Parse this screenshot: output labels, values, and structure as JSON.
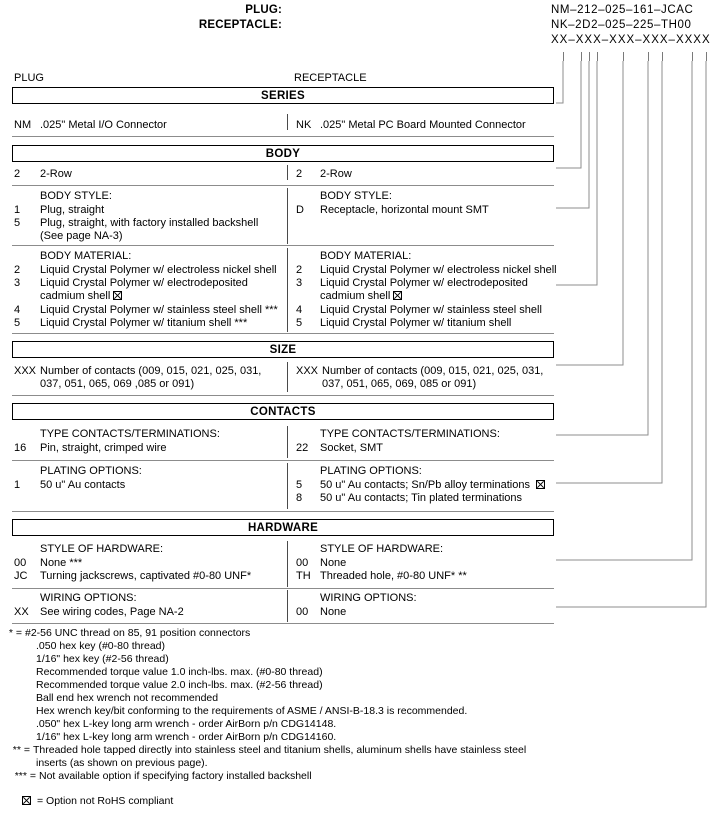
{
  "part_numbers": {
    "plug_label": "PLUG:",
    "plug_value": "NM–212–025–161–JCAC",
    "receptacle_label": "RECEPTACLE:",
    "receptacle_value": "NK–2D2–025–225–TH00",
    "mask": "XX–XXX–XXX–XXX–XXXX"
  },
  "columns": {
    "left": "PLUG",
    "right": "RECEPTACLE"
  },
  "sections": {
    "series": {
      "title": "SERIES",
      "left": {
        "code": "NM",
        "text": ".025\" Metal I/O Connector"
      },
      "right": {
        "code": "NK",
        "text": ".025\" Metal PC Board Mounted Connector"
      }
    },
    "body": {
      "title": "BODY",
      "row_left": {
        "code": "2",
        "text": "2-Row"
      },
      "row_right": {
        "code": "2",
        "text": "2-Row"
      },
      "style_heading": "BODY STYLE:",
      "style_left": [
        {
          "code": "1",
          "text": "Plug, straight"
        },
        {
          "code": "5",
          "text": "Plug, straight, with factory installed backshell"
        },
        {
          "code": "",
          "text": "(See page NA-3)"
        }
      ],
      "style_right": [
        {
          "code": "D",
          "text": "Receptacle, horizontal mount SMT"
        }
      ],
      "material_heading": "BODY MATERIAL:",
      "material_left": [
        {
          "code": "2",
          "text": "Liquid Crystal Polymer w/ electroless nickel shell",
          "rohs": false
        },
        {
          "code": "3",
          "text": "Liquid Crystal Polymer w/ electrodeposited",
          "rohs": false
        },
        {
          "code": "",
          "text": "cadmium shell",
          "rohs": true
        },
        {
          "code": "4",
          "text": "Liquid Crystal Polymer w/ stainless steel shell ***",
          "rohs": false
        },
        {
          "code": "5",
          "text": "Liquid Crystal Polymer w/ titanium shell ***",
          "rohs": false
        }
      ],
      "material_right": [
        {
          "code": "2",
          "text": "Liquid Crystal Polymer w/ electroless nickel shell",
          "rohs": false
        },
        {
          "code": "3",
          "text": "Liquid Crystal Polymer w/ electrodeposited",
          "rohs": false
        },
        {
          "code": "",
          "text": "cadmium shell",
          "rohs": true
        },
        {
          "code": "4",
          "text": "Liquid Crystal Polymer w/ stainless steel shell",
          "rohs": false
        },
        {
          "code": "5",
          "text": "Liquid Crystal Polymer w/ titanium shell",
          "rohs": false
        }
      ]
    },
    "size": {
      "title": "SIZE",
      "left": {
        "code": "XXX",
        "line1": "Number of contacts (009, 015, 021, 025, 031,",
        "line2": "037, 051, 065, 069 ,085 or 091)"
      },
      "right": {
        "code": "XXX",
        "line1": "Number of contacts (009, 015, 021, 025, 031,",
        "line2": "037, 051, 065, 069, 085 or 091)"
      }
    },
    "contacts": {
      "title": "CONTACTS",
      "type_heading": "TYPE CONTACTS/TERMINATIONS:",
      "type_left": [
        {
          "code": "16",
          "text": "Pin, straight, crimped wire"
        }
      ],
      "type_right": [
        {
          "code": "22",
          "text": "Socket, SMT"
        }
      ],
      "plating_heading": "PLATING OPTIONS:",
      "plating_left": [
        {
          "code": "1",
          "text": "50 u\" Au contacts",
          "rohs": false
        }
      ],
      "plating_right": [
        {
          "code": "5",
          "text": "50 u\" Au contacts; Sn/Pb alloy terminations",
          "rohs": true
        },
        {
          "code": "8",
          "text": "50 u\" Au contacts; Tin plated terminations",
          "rohs": false
        }
      ]
    },
    "hardware": {
      "title": "HARDWARE",
      "style_heading": "STYLE OF HARDWARE:",
      "style_left": [
        {
          "code": "00",
          "text": "None  ***"
        },
        {
          "code": "JC",
          "text": "Turning jackscrews, captivated #0-80 UNF*"
        }
      ],
      "style_right": [
        {
          "code": "00",
          "text": "None"
        },
        {
          "code": "TH",
          "text": "Threaded hole, #0-80 UNF*  **"
        }
      ],
      "wiring_heading": "WIRING OPTIONS:",
      "wiring_left": [
        {
          "code": "XX",
          "text": "See wiring codes, Page NA-2"
        }
      ],
      "wiring_right": [
        {
          "code": "00",
          "text": "None"
        }
      ]
    }
  },
  "footnotes": {
    "single": {
      "mark": "* =",
      "lines": [
        "#2-56 UNC thread on 85, 91 position connectors",
        ".050 hex key (#0-80 thread)",
        "1/16\" hex key (#2-56 thread)",
        "Recommended torque value 1.0 inch-lbs. max. (#0-80 thread)",
        "Recommended torque value 2.0 inch-lbs. max. (#2-56 thread)",
        "Ball end hex wrench not recommended",
        "Hex wrench key/bit conforming to the requirements of ASME / ANSI-B-18.3 is recommended.",
        ".050\" hex L-key long arm wrench - order AirBorn p/n CDG14148.",
        "1/16\" hex L-key long arm wrench - order AirBorn p/n CDG14160."
      ]
    },
    "double": {
      "mark": "** =",
      "lines": [
        "Threaded hole tapped directly into stainless steel and titanium shells, aluminum shells have stainless steel",
        "inserts (as shown on previous page)."
      ]
    },
    "triple": {
      "mark": "*** =",
      "lines": [
        "Not available option if specifying factory installed backshell"
      ]
    },
    "rohs_legend": "= Option not RoHS compliant"
  }
}
